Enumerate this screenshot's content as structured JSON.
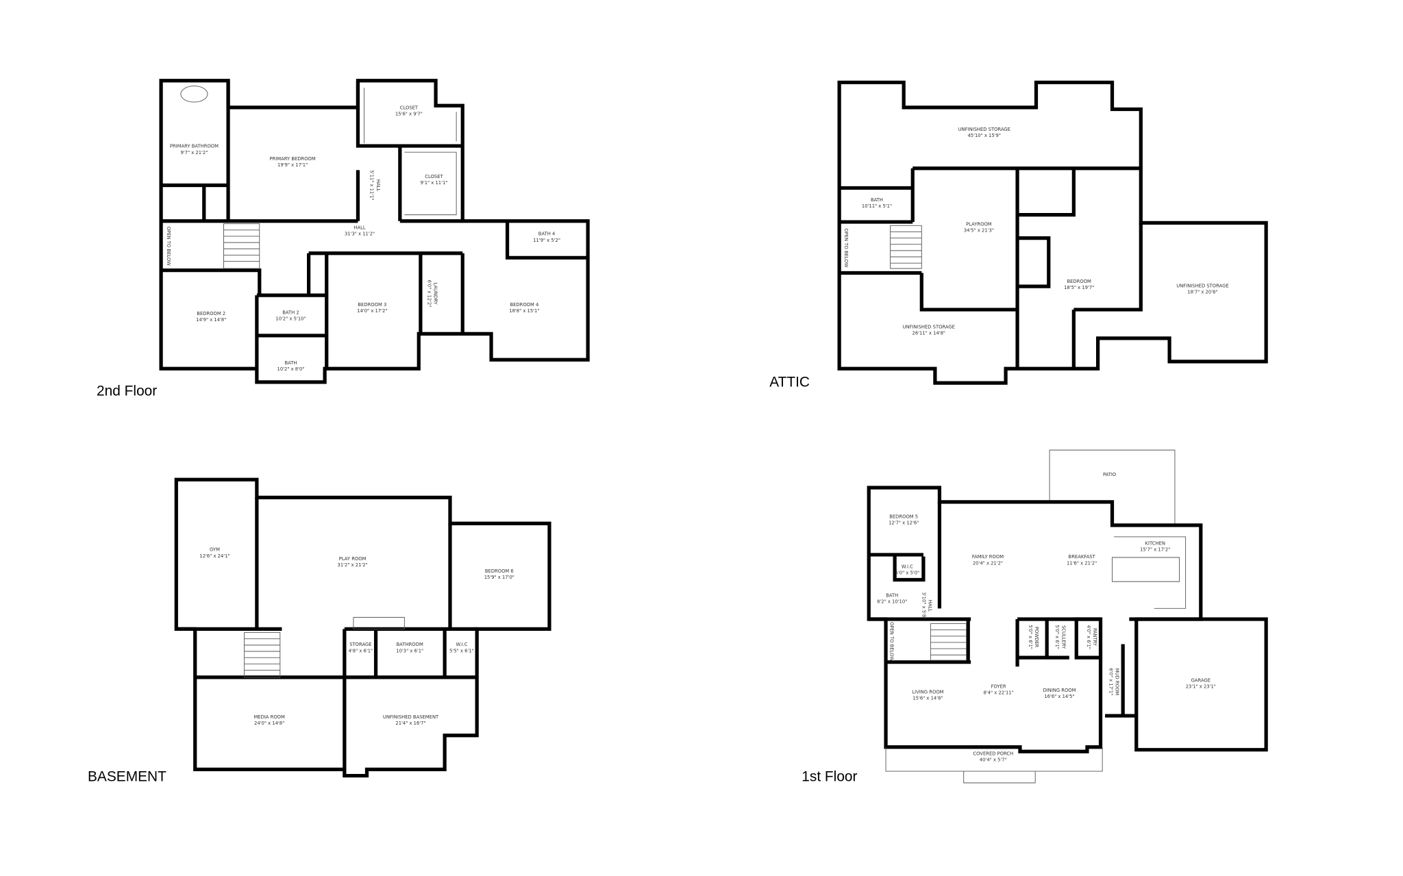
{
  "floors": [
    {
      "label": "2nd Floor",
      "rooms": [
        {
          "name": "PRIMARY BATHROOM",
          "dims": "9'7\" x 21'2\""
        },
        {
          "name": "PRIMARY BEDROOM",
          "dims": "19'9\" x 17'1\""
        },
        {
          "name": "CLOSET",
          "dims": "15'6\" x 9'7\""
        },
        {
          "name": "CLOSET",
          "dims": "9'1\" x 11'1\""
        },
        {
          "name": "HALL",
          "dims": "5'11\" x 11'1\""
        },
        {
          "name": "HALL",
          "dims": "31'3\" x 11'2\""
        },
        {
          "name": "BATH 4",
          "dims": "11'9\" x 5'2\""
        },
        {
          "name": "BEDROOM 2",
          "dims": "14'9\" x 14'8\""
        },
        {
          "name": "BATH 2",
          "dims": "10'2\" x 5'10\""
        },
        {
          "name": "BEDROOM 3",
          "dims": "14'0\" x 17'2\""
        },
        {
          "name": "LAUNDRY",
          "dims": "6'0\" x 12'2\""
        },
        {
          "name": "BEDROOM 4",
          "dims": "18'8\" x 15'1\""
        },
        {
          "name": "BATH",
          "dims": "10'2\" x 8'0\""
        },
        {
          "name": "OPEN TO BELOW",
          "dims": ""
        }
      ]
    },
    {
      "label": "ATTIC",
      "rooms": [
        {
          "name": "UNFINISHED STORAGE",
          "dims": "45'10\" x 15'9\""
        },
        {
          "name": "BATH",
          "dims": "10'11\" x 5'1\""
        },
        {
          "name": "PLAYROOM",
          "dims": "34'5\" x 21'3\""
        },
        {
          "name": "BEDROOM",
          "dims": "18'5\" x 19'7\""
        },
        {
          "name": "UNFINISHED STORAGE",
          "dims": "18'7\" x 20'8\""
        },
        {
          "name": "UNFINISHED STORAGE",
          "dims": "26'11\" x 14'8\""
        },
        {
          "name": "OPEN TO BELOW",
          "dims": ""
        }
      ]
    },
    {
      "label": "BASEMENT",
      "rooms": [
        {
          "name": "GYM",
          "dims": "12'6\" x 24'1\""
        },
        {
          "name": "PLAY ROOM",
          "dims": "31'2\" x 21'2\""
        },
        {
          "name": "BEDROOM 6",
          "dims": "15'9\" x 17'0\""
        },
        {
          "name": "STORAGE",
          "dims": "4'8\" x 6'1\""
        },
        {
          "name": "BATHROOM",
          "dims": "10'3\" x 6'1\""
        },
        {
          "name": "W.I.C",
          "dims": "5'5\" x 6'1\""
        },
        {
          "name": "MEDIA ROOM",
          "dims": "24'0\" x 14'8\""
        },
        {
          "name": "UNFINISHED BASEMENT",
          "dims": "21'4\" x 16'7\""
        }
      ]
    },
    {
      "label": "1st Floor",
      "rooms": [
        {
          "name": "PATIO",
          "dims": ""
        },
        {
          "name": "BEDROOM 5",
          "dims": "12'7\" x 12'6\""
        },
        {
          "name": "W.I.C",
          "dims": "5'0\" x 5'0\""
        },
        {
          "name": "FAMILY ROOM",
          "dims": "20'4\" x 21'2\""
        },
        {
          "name": "BREAKFAST",
          "dims": "11'6\" x 21'2\""
        },
        {
          "name": "KITCHEN",
          "dims": "15'7\" x 17'2\""
        },
        {
          "name": "BATH",
          "dims": "8'2\" x 10'10\""
        },
        {
          "name": "HALL",
          "dims": "3'10\" x 5'8\""
        },
        {
          "name": "OPEN TO BELOW",
          "dims": ""
        },
        {
          "name": "POWDER",
          "dims": "5'0\" x 6'1\""
        },
        {
          "name": "SCULLERY",
          "dims": "5'0\" x 6'1\""
        },
        {
          "name": "PANTRY",
          "dims": "4'0\" x 6'1\""
        },
        {
          "name": "MUD ROOM",
          "dims": "6'0\" x 17'1\""
        },
        {
          "name": "LIVING ROOM",
          "dims": "15'6\" x 14'8\""
        },
        {
          "name": "FOYER",
          "dims": "8'4\" x 22'11\""
        },
        {
          "name": "DINING ROOM",
          "dims": "16'6\" x 14'5\""
        },
        {
          "name": "GARAGE",
          "dims": "23'1\" x 23'1\""
        },
        {
          "name": "COVERED PORCH",
          "dims": "40'4\" x 5'7\""
        }
      ]
    }
  ]
}
